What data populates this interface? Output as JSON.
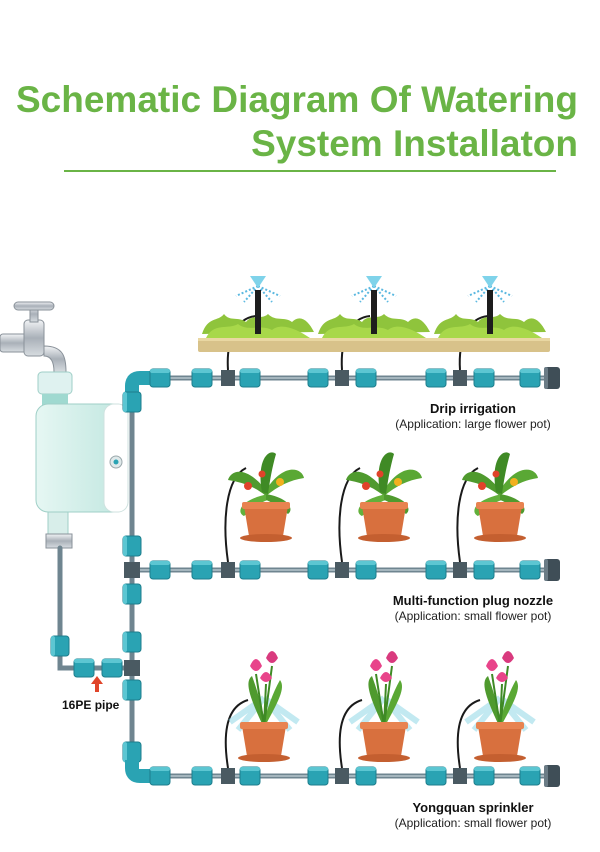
{
  "title": {
    "line1": "Schematic Diagram Of Watering",
    "line2": "System Installaton"
  },
  "pipe_label": "16PE pipe",
  "sections": [
    {
      "name": "Drip irrigation",
      "application": "(Application: large flower pot)"
    },
    {
      "name": "Multi-function plug nozzle",
      "application": "(Application: small flower pot)"
    },
    {
      "name": "Yongquan sprinkler",
      "application": "(Application: small flower pot)"
    }
  ],
  "colors": {
    "title_green": "#6ab446",
    "connector_teal": "#2aa3b3",
    "pipe_gray": "#6f8590",
    "pot_terracotta": "#d8703e",
    "timer_body": "#cfeee8",
    "arrow_red": "#e0452a"
  },
  "icons": [
    "faucet-icon",
    "water-timer-icon",
    "drip-emitter-icon",
    "plant-pot-icon",
    "tulip-pot-icon"
  ]
}
